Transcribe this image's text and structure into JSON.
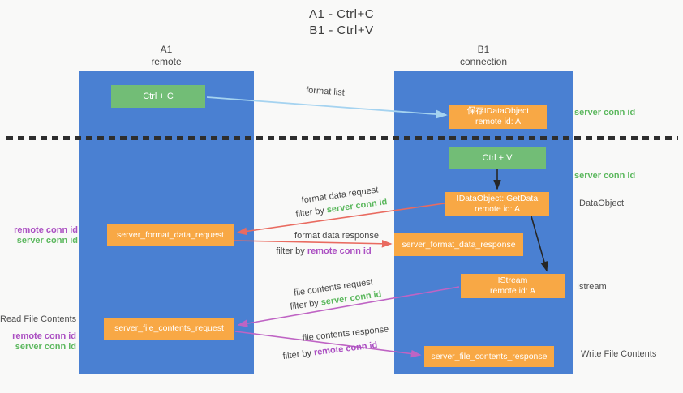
{
  "title": {
    "line1": "A1 - Ctrl+C",
    "line2": "B1 - Ctrl+V"
  },
  "lifelines": {
    "a": {
      "name": "A1",
      "role": "remote"
    },
    "b": {
      "name": "B1",
      "role": "connection"
    }
  },
  "nodes": {
    "ctrl_c": "Ctrl + C",
    "ctrl_v": "Ctrl + V",
    "save_idataobject": "保存IDataObject",
    "getdata": "IDataObject::GetData",
    "istream": "IStream",
    "remote_id_a": "remote id: A",
    "format_request": "server_format_data_request",
    "format_response": "server_format_data_response",
    "file_request": "server_file_contents_request",
    "file_response": "server_file_contents_response"
  },
  "arrows": {
    "format_list": "format list",
    "format_data_request": "format data request",
    "format_data_response": "format data response",
    "file_contents_request": "file contents request",
    "file_contents_response": "file contents response",
    "filter_by": "filter by ",
    "server_conn_id": "server conn id",
    "remote_conn_id": "remote conn id"
  },
  "side_labels": {
    "server_conn_id_1": "server conn id",
    "server_conn_id_2": "server conn id",
    "dataobject": "DataObject",
    "istream": "Istream",
    "write_file_contents": "Write File Contents",
    "read_file_contents": "Read File Contents",
    "remote_conn_id": "remote conn id",
    "server_conn_id": "server conn id"
  },
  "colors": {
    "lifeline_blue": "#4a80d2",
    "action_green": "#72bd76",
    "message_orange": "#f8a845",
    "arrow_red": "#e96b60",
    "arrow_magenta": "#bf64c4",
    "arrow_lightblue": "#a5d3f0",
    "arrow_black": "#262626",
    "accent_green": "#5cb85e",
    "accent_purple": "#ab4fc2",
    "dotted_line": "#2e2e2e"
  }
}
